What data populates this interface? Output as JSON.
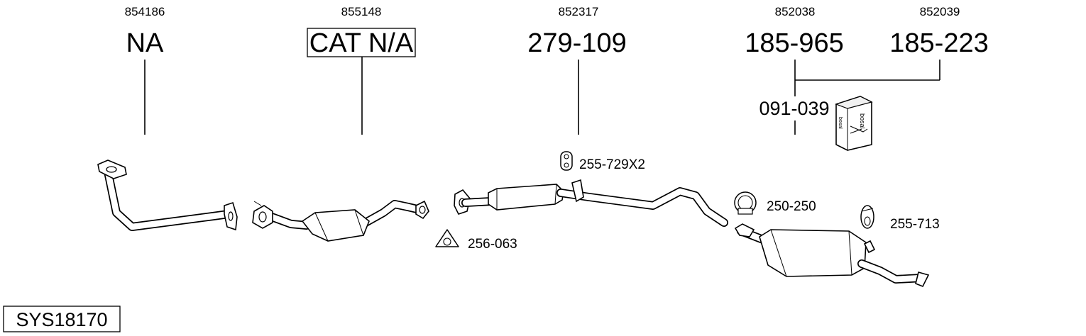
{
  "refs": {
    "r1": "854186",
    "r2": "855148",
    "r3": "852317",
    "r4": "852038",
    "r5": "852039"
  },
  "parts": {
    "p1": "NA",
    "p2": "CAT N/A",
    "p3": "279-109",
    "p4": "185-965",
    "p5": "185-223",
    "p6": "091-039"
  },
  "small_parts": {
    "hanger_rubber": "255-729X2",
    "gasket": "256-063",
    "clamp": "250-250",
    "mount": "255-713"
  },
  "system_code": "SYS18170",
  "kit_box_brand": "bosal"
}
